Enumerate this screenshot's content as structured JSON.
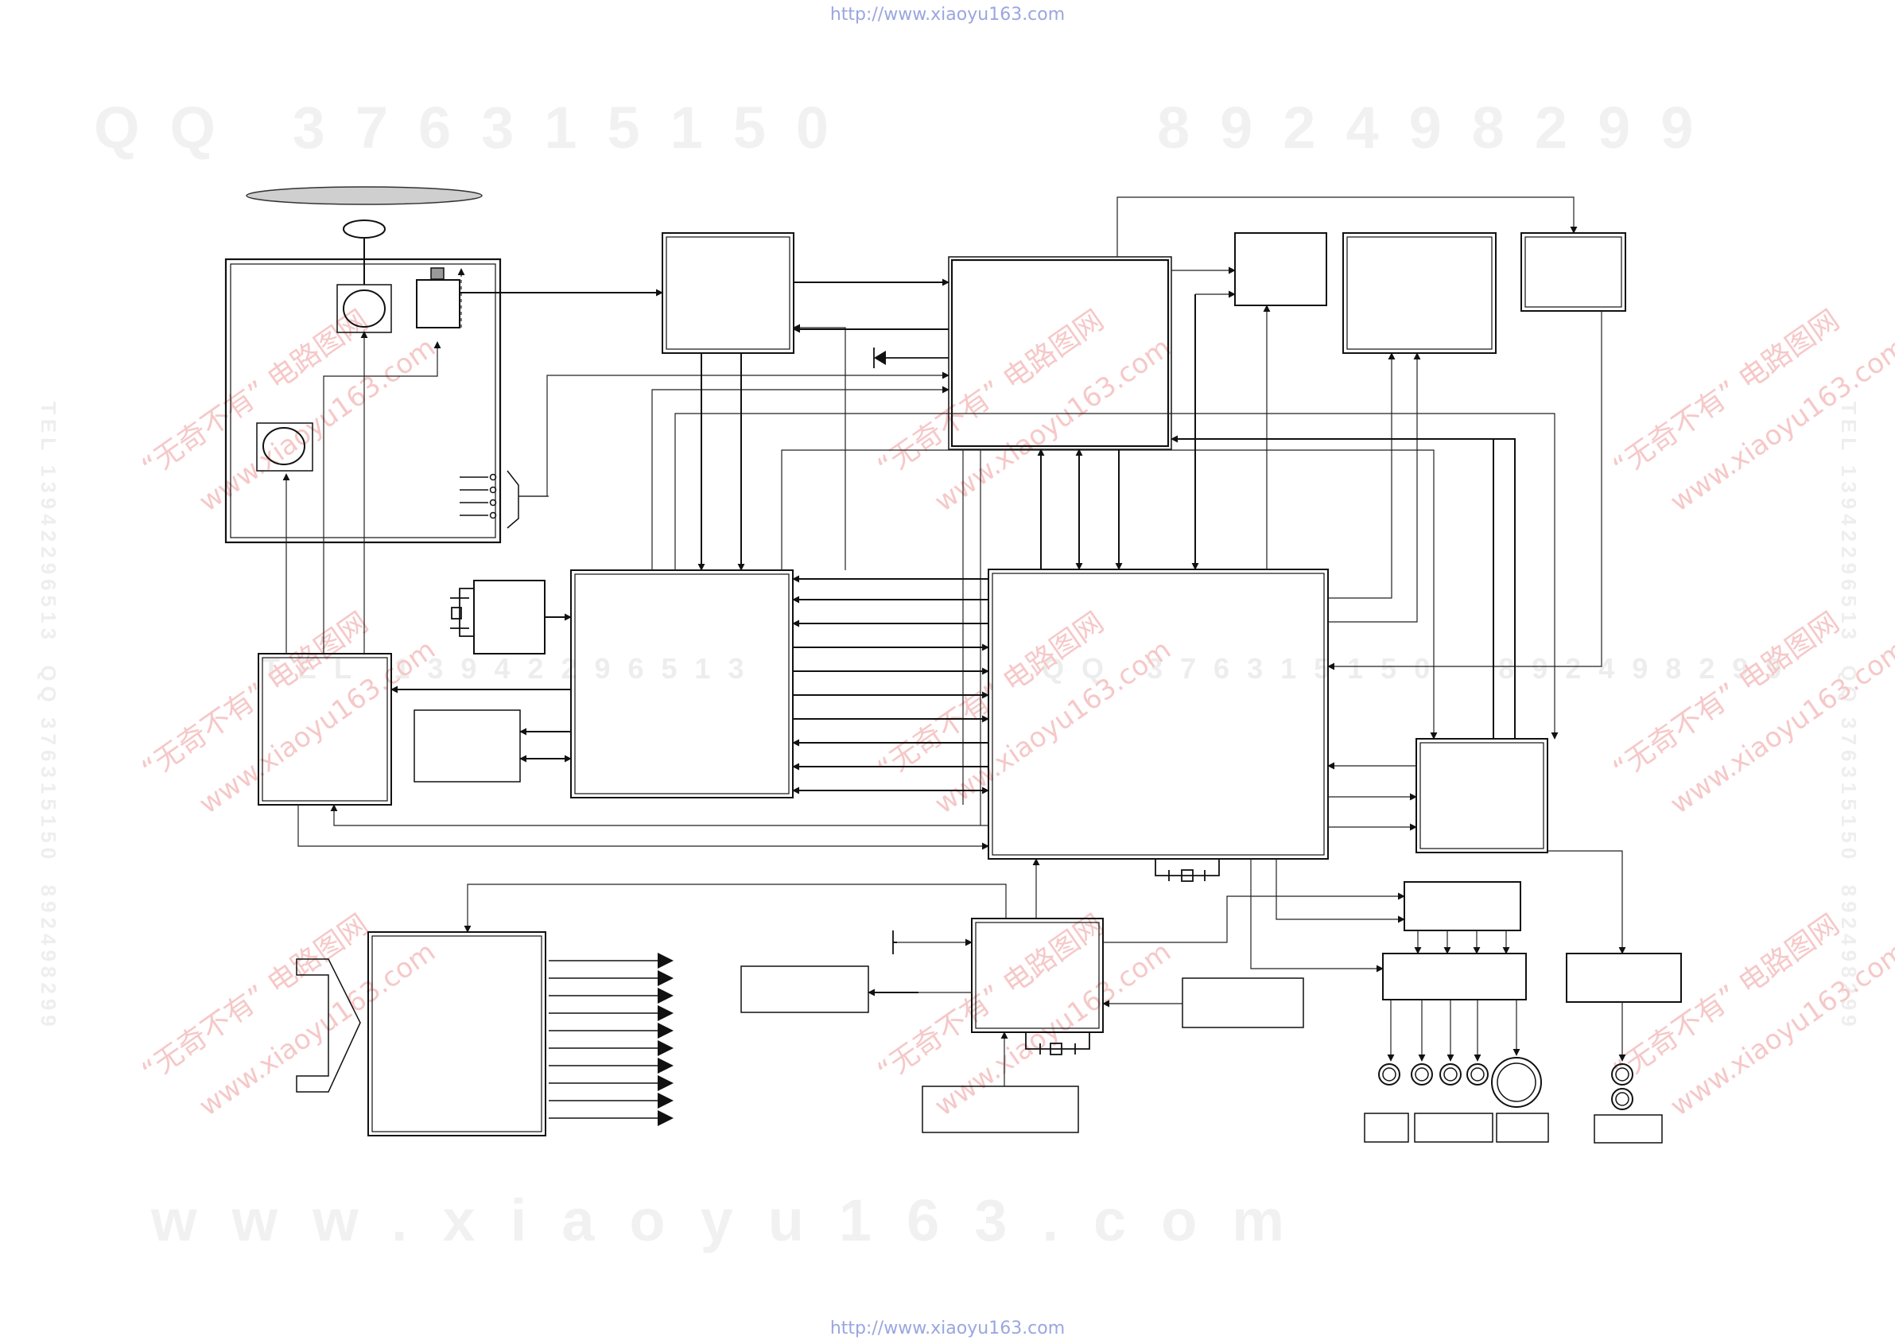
{
  "header": {
    "url": "http://www.xiaoyu163.com"
  },
  "footer": {
    "url": "http://www.xiaoyu163.com"
  },
  "watermarks": {
    "qq": "QQ 376315150",
    "tel": "892498299",
    "side_left": "TEL 13942296513  QQ 376315150  892498299",
    "side_right": "TEL 13942296513  QQ 376315150  892498299",
    "mid_left": "TEL 13942296513",
    "mid_right": "QQ 376315150  892498299",
    "bottom": "www.xiaoyu163.com",
    "stamp_line1": "“无奇不有” 电路图网",
    "stamp_line2": "www.xiaoyu163.com"
  }
}
